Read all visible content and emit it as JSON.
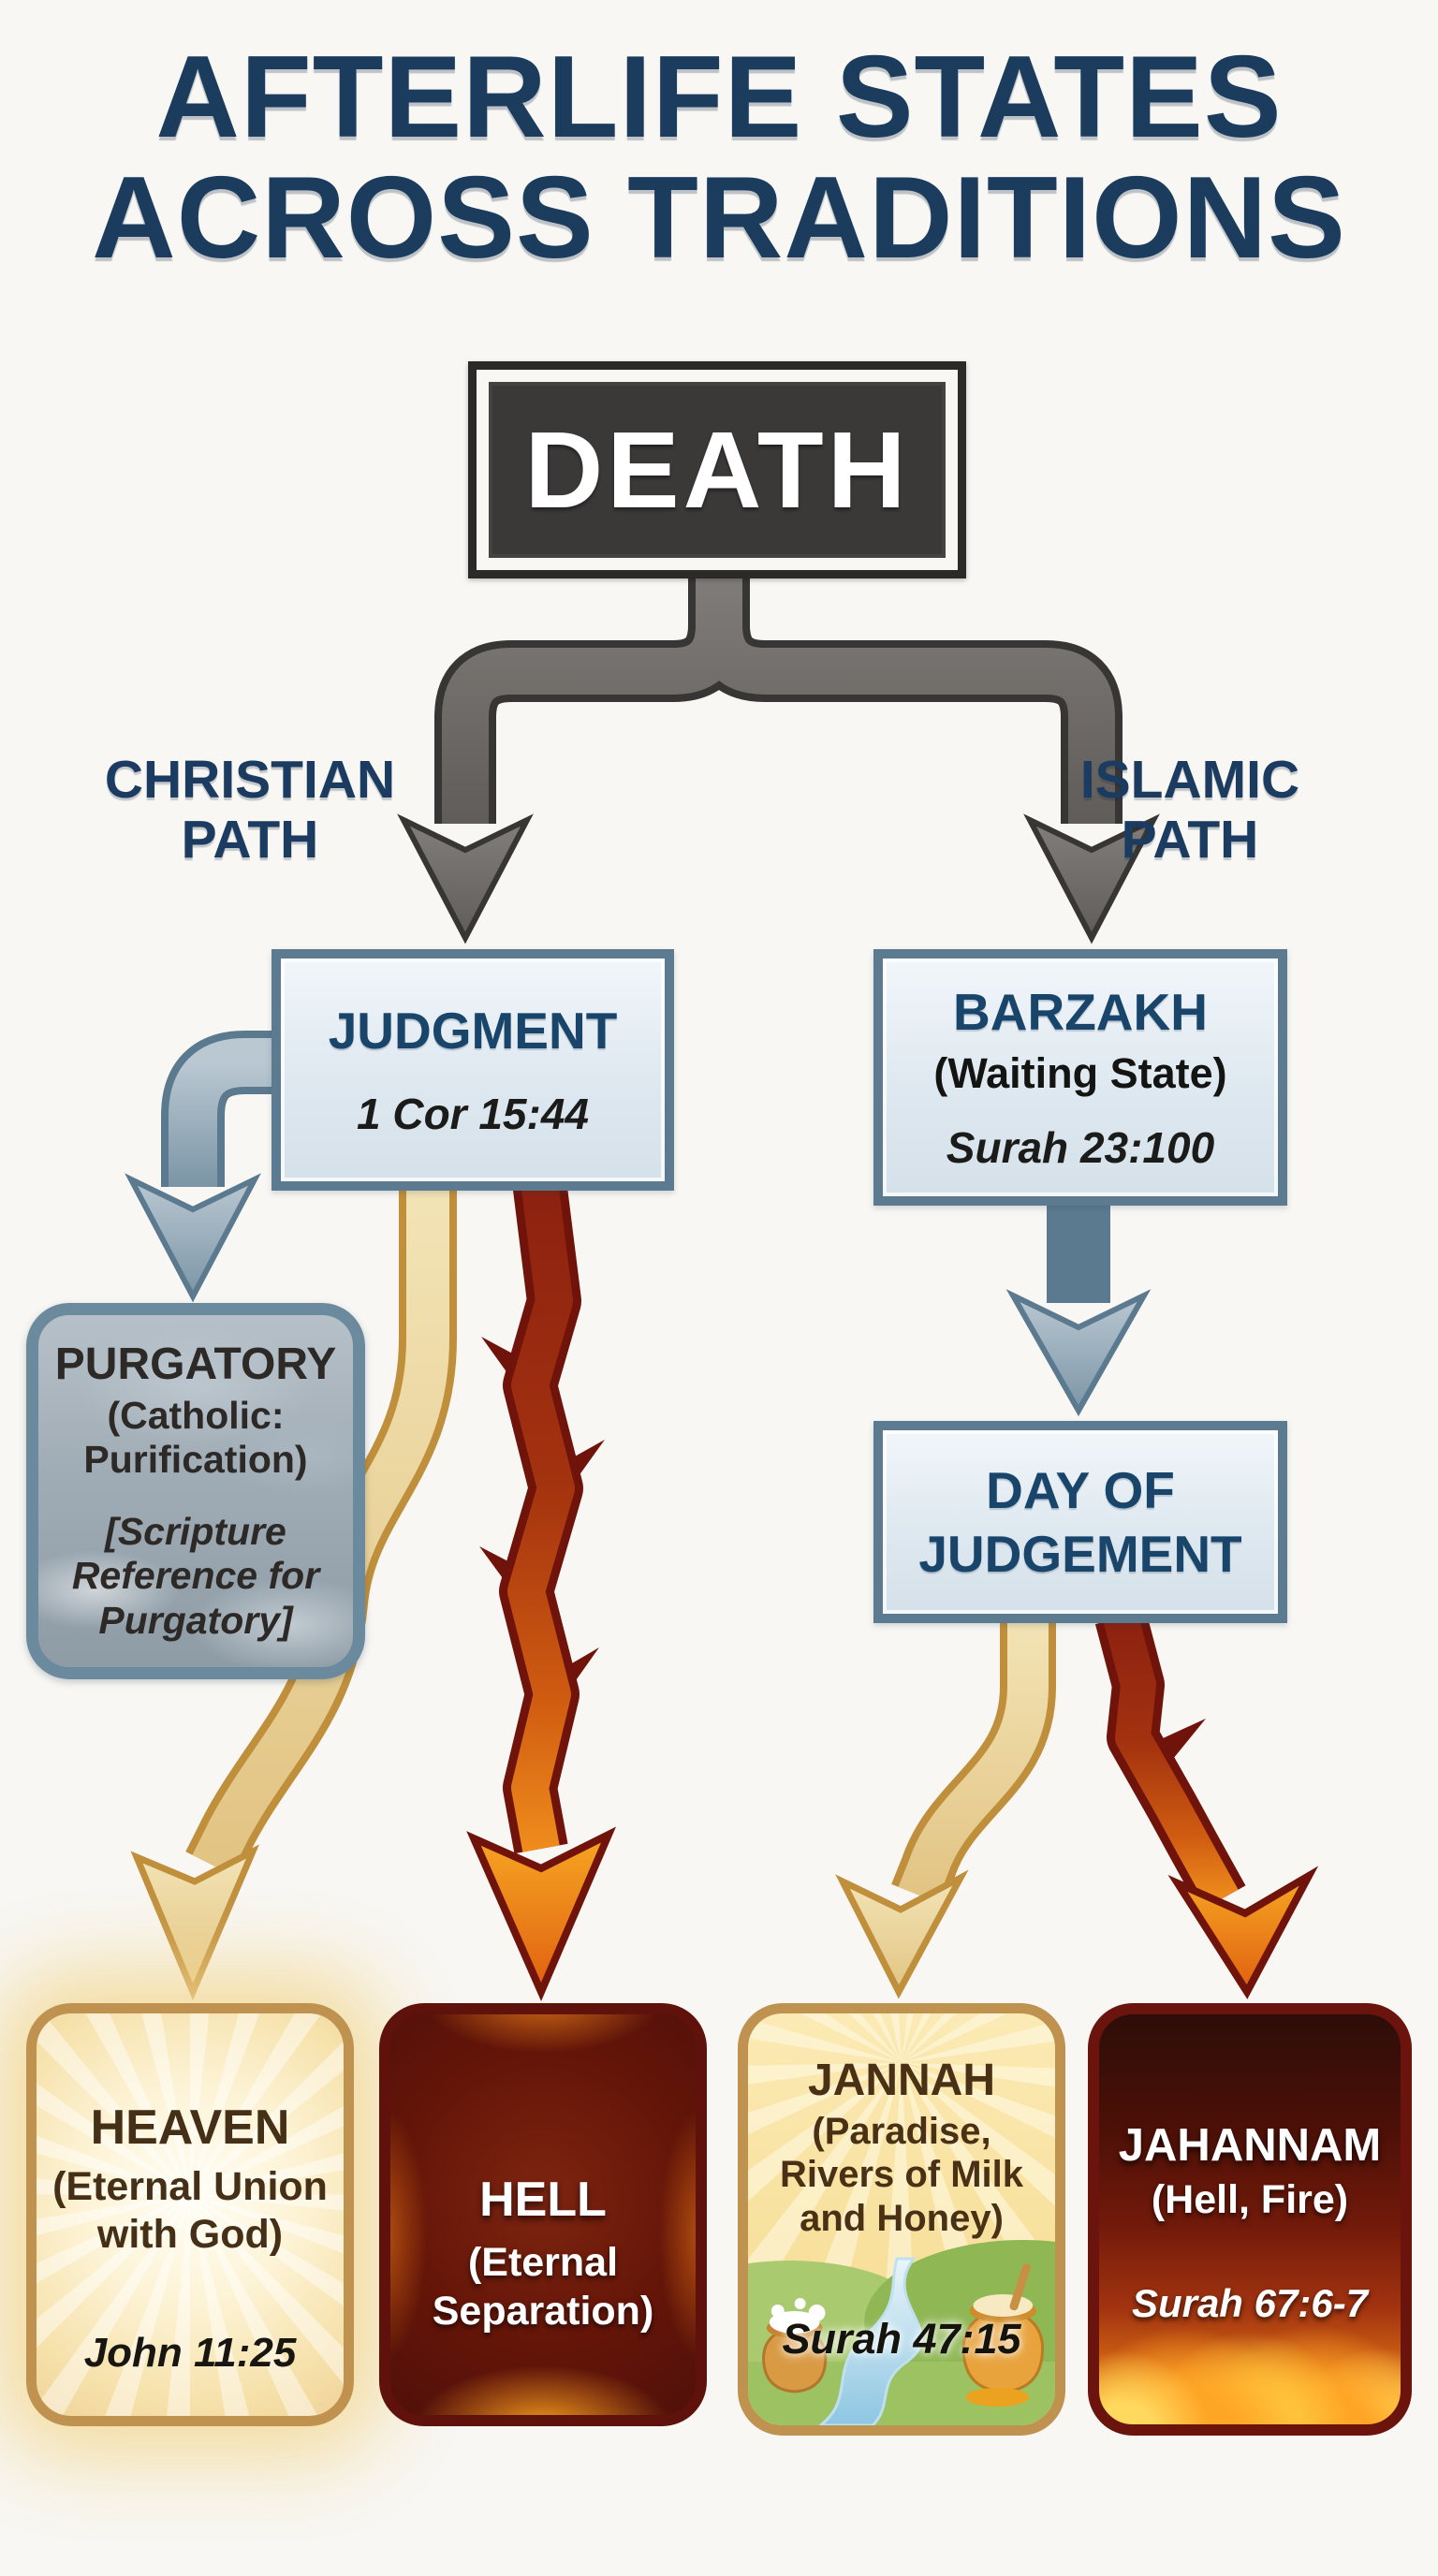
{
  "title": {
    "line1": "AFTERLIFE STATES",
    "line2": "ACROSS TRADITIONS"
  },
  "death": {
    "label": "DEATH"
  },
  "branches": {
    "christian": {
      "line1": "CHRISTIAN",
      "line2": "PATH"
    },
    "islamic": {
      "line1": "ISLAMIC",
      "line2": "PATH"
    }
  },
  "nodes": {
    "judgment": {
      "title": "JUDGMENT",
      "reference": "1 Cor 15:44"
    },
    "barzakh": {
      "title": "BARZAKH",
      "subtitle": "(Waiting State)",
      "reference": "Surah 23:100"
    },
    "purgatory": {
      "title": "PURGATORY",
      "subtitle": "(Catholic: Purification)",
      "reference": "[Scripture Reference for Purgatory]"
    },
    "day_of_judgement": {
      "line1": "DAY OF",
      "line2": "JUDGEMENT"
    },
    "heaven": {
      "title": "HEAVEN",
      "subtitle": "(Eternal Union with God)",
      "reference": "John 11:25"
    },
    "hell": {
      "title": "HELL",
      "subtitle": "(Eternal Separation)"
    },
    "jannah": {
      "title": "JANNAH",
      "subtitle": "(Paradise, Rivers of Milk and Honey)",
      "reference": "Surah 47:15"
    },
    "jahannam": {
      "title": "JAHANNAM",
      "subtitle": "(Hell, Fire)",
      "reference": "Surah 67:6-7"
    }
  },
  "colors": {
    "title_navy": "#1c3c5e",
    "steel_border": "#5d7b90",
    "node_fill": "#dde7ef",
    "gray_arrow": "#716d6a",
    "gold_arrow": "#c6953e",
    "fire_dark": "#6f130b",
    "flame_orange": "#ef8c1c",
    "heaven_gold_border": "#bf9250",
    "hell_maroon_border": "#5f110b"
  }
}
